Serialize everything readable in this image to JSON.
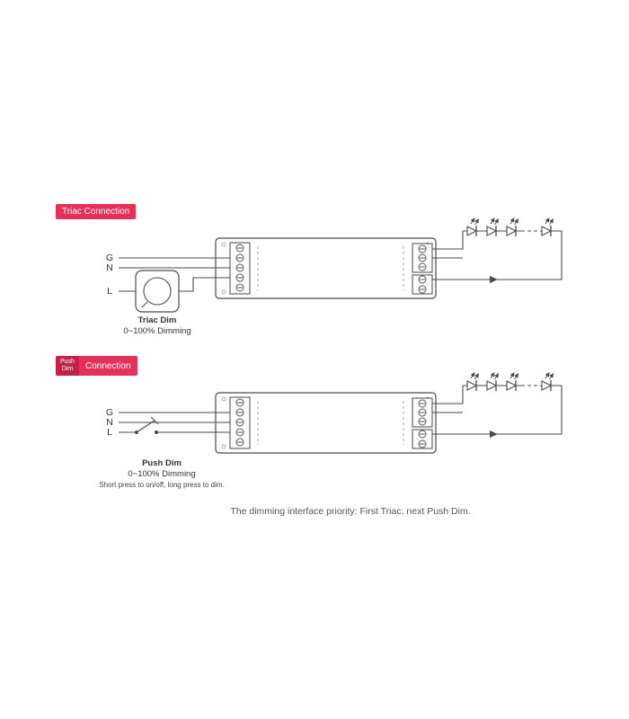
{
  "colors": {
    "badge_red": "#e5315a",
    "badge_dark_red": "#c32148",
    "line": "#4a4a4a",
    "footer_text": "#555555"
  },
  "sections": [
    {
      "badge": {
        "label": "Triac Connection"
      },
      "inputs": {
        "g": "G",
        "n": "N",
        "l": "L"
      },
      "dimmer": {
        "title": "Triac Dim",
        "subtitle": "0~100% Dimming"
      }
    },
    {
      "badge": {
        "left_top": "Push",
        "left_bottom": "Dim",
        "right": "Connection"
      },
      "inputs": {
        "g": "G",
        "n": "N",
        "l": "L"
      },
      "dimmer": {
        "title": "Push Dim",
        "subtitle": "0~100% Dimming",
        "note": "Short press to on/off, long press to dim."
      }
    }
  ],
  "footer": {
    "note": "The dimming interface priority: First Triac, next Push Dim."
  },
  "icons": {
    "led": "diode-with-light-emission-arrows",
    "rotary_dimmer": "square-box-with-round-knob",
    "push_switch": "momentary-push-switch-lever",
    "flow_arrow": "right-pointing-triangle"
  }
}
